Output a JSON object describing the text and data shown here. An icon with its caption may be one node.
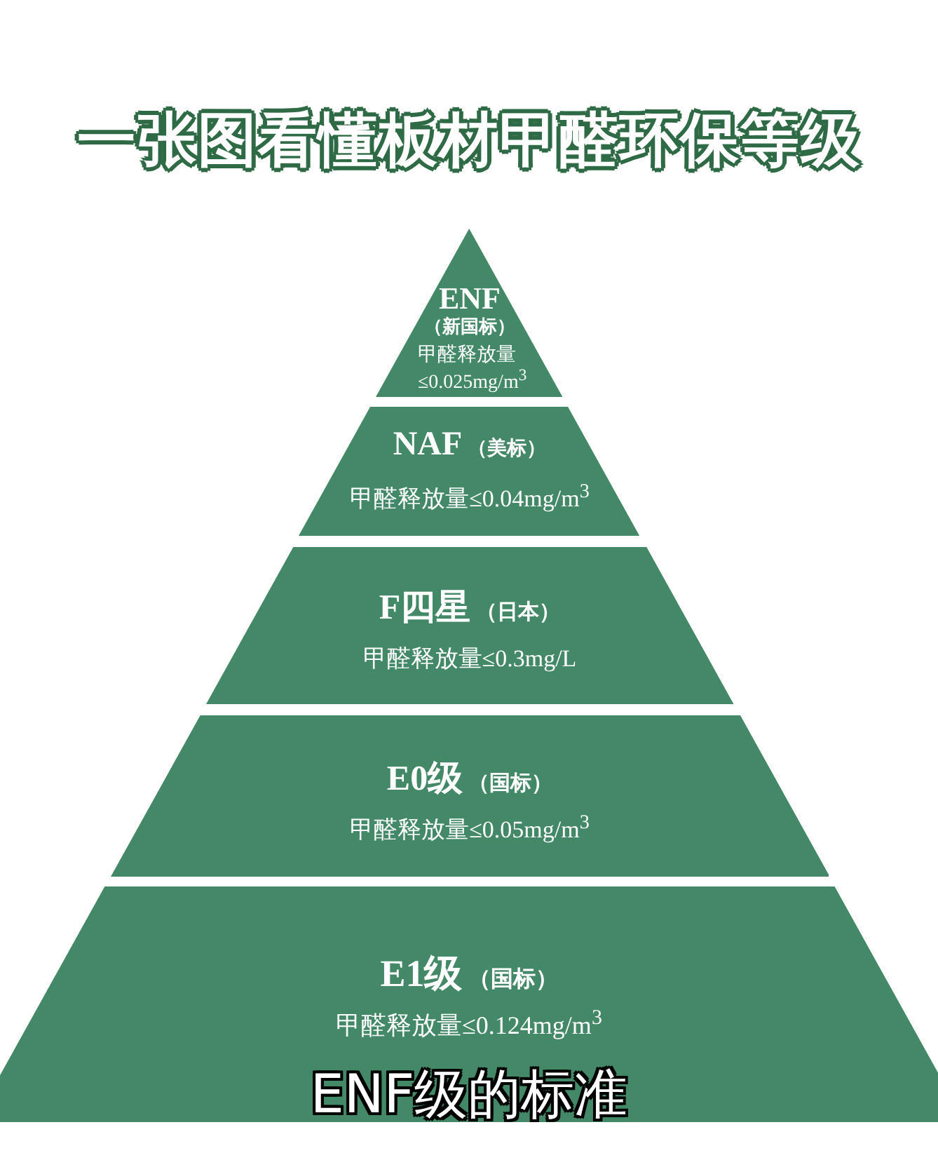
{
  "diagram": {
    "title": "一张图看懂板材甲醛环保等级",
    "nodes": [
      {
        "text": [
          "ENF",
          "（新国标）",
          "甲醛释放量≤0.025mg/m$^{3}$"
        ]
      },
      {
        "text": [
          "NAF",
          "（美标）",
          "甲醛释放量≤0.04mg/m$^{3}$"
        ]
      },
      {
        "text": [
          "F四星",
          "（日本）",
          "甲醛释放量≤0.3mg/L"
        ]
      },
      {
        "text": [
          "E0级",
          "（国标）",
          "甲醛释放量≤0.05mg/m$^{3}$"
        ]
      },
      {
        "text": [
          "E1级",
          "（国标）",
          "甲醛释放量≤0.124mg/m$^{3}$"
        ]
      }
    ],
    "labels": [
      "ENF级的标准"
    ]
  }
}
